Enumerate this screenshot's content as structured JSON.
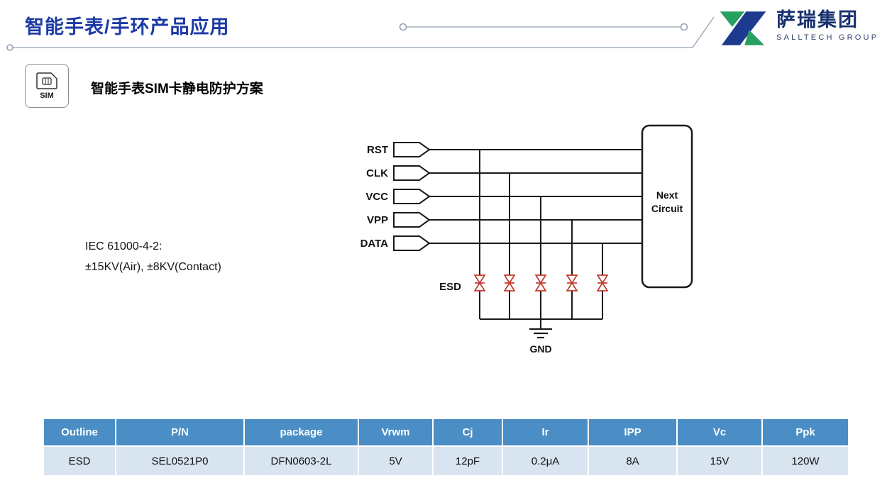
{
  "page": {
    "title": "智能手表/手环产品应用"
  },
  "logo": {
    "company": "萨瑞集团",
    "subtitle": "SALLTECH GROUP"
  },
  "section": {
    "sim_label": "SIM",
    "heading": "智能手表SIM卡静电防护方案"
  },
  "note": {
    "line1": "IEC 61000-4-2:",
    "line2": "±15KV(Air), ±8KV(Contact)"
  },
  "diagram": {
    "signals": [
      "RST",
      "CLK",
      "VCC",
      "VPP",
      "DATA"
    ],
    "esd_label": "ESD",
    "gnd_label": "GND",
    "next_circuit": {
      "line1": "Next",
      "line2": "Circuit"
    },
    "diode_count": 5,
    "diode_color": "#c0392b"
  },
  "table": {
    "headers": [
      "Outline",
      "P/N",
      "package",
      "Vrwm",
      "Cj",
      "Ir",
      "IPP",
      "Vc",
      "Ppk"
    ],
    "rows": [
      [
        "ESD",
        "SEL0521P0",
        "DFN0603-2L",
        "5V",
        "12pF",
        "0.2μA",
        "8A",
        "15V",
        "120W"
      ]
    ]
  },
  "colors": {
    "title_blue": "#1c3aa6",
    "table_header_bg": "#4a8ec5",
    "table_row_bg": "#d9e4f1",
    "logo_green": "#27a060",
    "logo_navy": "#1d3b8e",
    "diode_red": "#c0392b"
  }
}
